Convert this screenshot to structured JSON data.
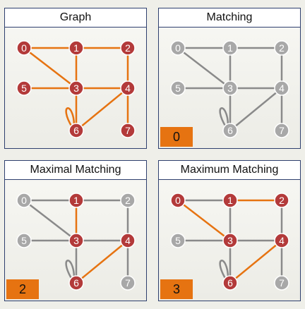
{
  "colors": {
    "active_node": "#b33a3a",
    "inactive_node": "#a8a8a8",
    "active_edge": "#e67311",
    "inactive_edge": "#8a8a8a",
    "badge": "#e67311"
  },
  "graph": {
    "nodes": [
      "0",
      "1",
      "2",
      "3",
      "4",
      "5",
      "6",
      "7"
    ],
    "edges": [
      [
        "0",
        "1"
      ],
      [
        "1",
        "2"
      ],
      [
        "0",
        "3"
      ],
      [
        "1",
        "3"
      ],
      [
        "2",
        "4"
      ],
      [
        "3",
        "5"
      ],
      [
        "3",
        "4"
      ],
      [
        "3",
        "6"
      ],
      [
        "4",
        "6"
      ],
      [
        "4",
        "7"
      ],
      [
        "6",
        "6"
      ]
    ]
  },
  "panels": [
    {
      "title": "Graph",
      "badge": null,
      "active_nodes": [
        "0",
        "1",
        "2",
        "3",
        "4",
        "5",
        "6",
        "7"
      ],
      "active_edges": [
        [
          "0",
          "1"
        ],
        [
          "1",
          "2"
        ],
        [
          "0",
          "3"
        ],
        [
          "1",
          "3"
        ],
        [
          "2",
          "4"
        ],
        [
          "3",
          "5"
        ],
        [
          "3",
          "4"
        ],
        [
          "3",
          "6"
        ],
        [
          "4",
          "6"
        ],
        [
          "4",
          "7"
        ],
        [
          "6",
          "6"
        ]
      ]
    },
    {
      "title": "Matching",
      "badge": "0",
      "active_nodes": [],
      "active_edges": []
    },
    {
      "title": "Maximal Matching",
      "badge": "2",
      "active_nodes": [
        "1",
        "3",
        "4",
        "6"
      ],
      "active_edges": [
        [
          "1",
          "3"
        ],
        [
          "4",
          "6"
        ]
      ]
    },
    {
      "title": "Maximum Matching",
      "badge": "3",
      "active_nodes": [
        "0",
        "1",
        "2",
        "3",
        "4",
        "6"
      ],
      "active_edges": [
        [
          "1",
          "2"
        ],
        [
          "0",
          "3"
        ],
        [
          "4",
          "6"
        ]
      ]
    }
  ]
}
